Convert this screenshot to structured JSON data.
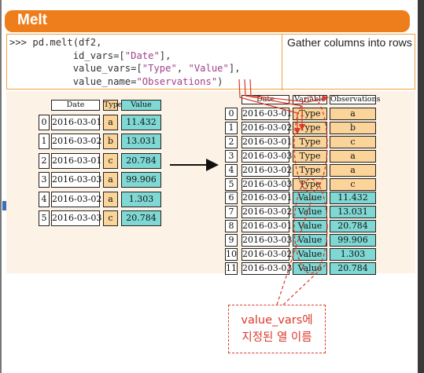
{
  "title": "Melt",
  "code": {
    "prompt": ">>> ",
    "call": "pd.melt(df2,",
    "line2_key": "id_vars=[",
    "line2_str": "\"Date\"",
    "line2_end": "],",
    "line3_key": "value_vars=[",
    "line3_str1": "\"Type\"",
    "line3_sep": ", ",
    "line3_str2": "\"Value\"",
    "line3_end": "],",
    "line4_key": "value_name=",
    "line4_str": "\"Observations\"",
    "line4_end": ")"
  },
  "description": "Gather columns into rows",
  "left_table": {
    "headers": [
      "Date",
      "Type",
      "Value"
    ],
    "rows": [
      {
        "idx": "0",
        "date": "2016-03-01",
        "type": "a",
        "value": "11.432"
      },
      {
        "idx": "1",
        "date": "2016-03-02",
        "type": "b",
        "value": "13.031"
      },
      {
        "idx": "2",
        "date": "2016-03-01",
        "type": "c",
        "value": "20.784"
      },
      {
        "idx": "3",
        "date": "2016-03-03",
        "type": "a",
        "value": "99.906"
      },
      {
        "idx": "4",
        "date": "2016-03-02",
        "type": "a",
        "value": "1.303"
      },
      {
        "idx": "5",
        "date": "2016-03-03",
        "type": "c",
        "value": "20.784"
      }
    ]
  },
  "right_table": {
    "headers": [
      "Date",
      "Variable",
      "Observations"
    ],
    "rows": [
      {
        "idx": "0",
        "date": "2016-03-01",
        "variable": "Type",
        "obs": "a"
      },
      {
        "idx": "1",
        "date": "2016-03-02",
        "variable": "Type",
        "obs": "b"
      },
      {
        "idx": "2",
        "date": "2016-03-01",
        "variable": "Type",
        "obs": "c"
      },
      {
        "idx": "3",
        "date": "2016-03-03",
        "variable": "Type",
        "obs": "a"
      },
      {
        "idx": "4",
        "date": "2016-03-02",
        "variable": "Type",
        "obs": "a"
      },
      {
        "idx": "5",
        "date": "2016-03-03",
        "variable": "Type",
        "obs": "c"
      },
      {
        "idx": "6",
        "date": "2016-03-01",
        "variable": "Value",
        "obs": "11.432"
      },
      {
        "idx": "7",
        "date": "2016-03-02",
        "variable": "Value",
        "obs": "13.031"
      },
      {
        "idx": "8",
        "date": "2016-03-01",
        "variable": "Value",
        "obs": "20.784"
      },
      {
        "idx": "9",
        "date": "2016-03-03",
        "variable": "Value",
        "obs": "99.906"
      },
      {
        "idx": "10",
        "date": "2016-03-02",
        "variable": "Value",
        "obs": "1.303"
      },
      {
        "idx": "11",
        "date": "2016-03-03",
        "variable": "Value",
        "obs": "20.784"
      }
    ]
  },
  "callout": {
    "line1": "value_vars에",
    "line2": "지정된 열 이름"
  },
  "colors": {
    "header": "#ee7d1b",
    "type_cell": "#fbd49a",
    "value_cell": "#7fd8d4",
    "annotation": "#d93a2b"
  }
}
